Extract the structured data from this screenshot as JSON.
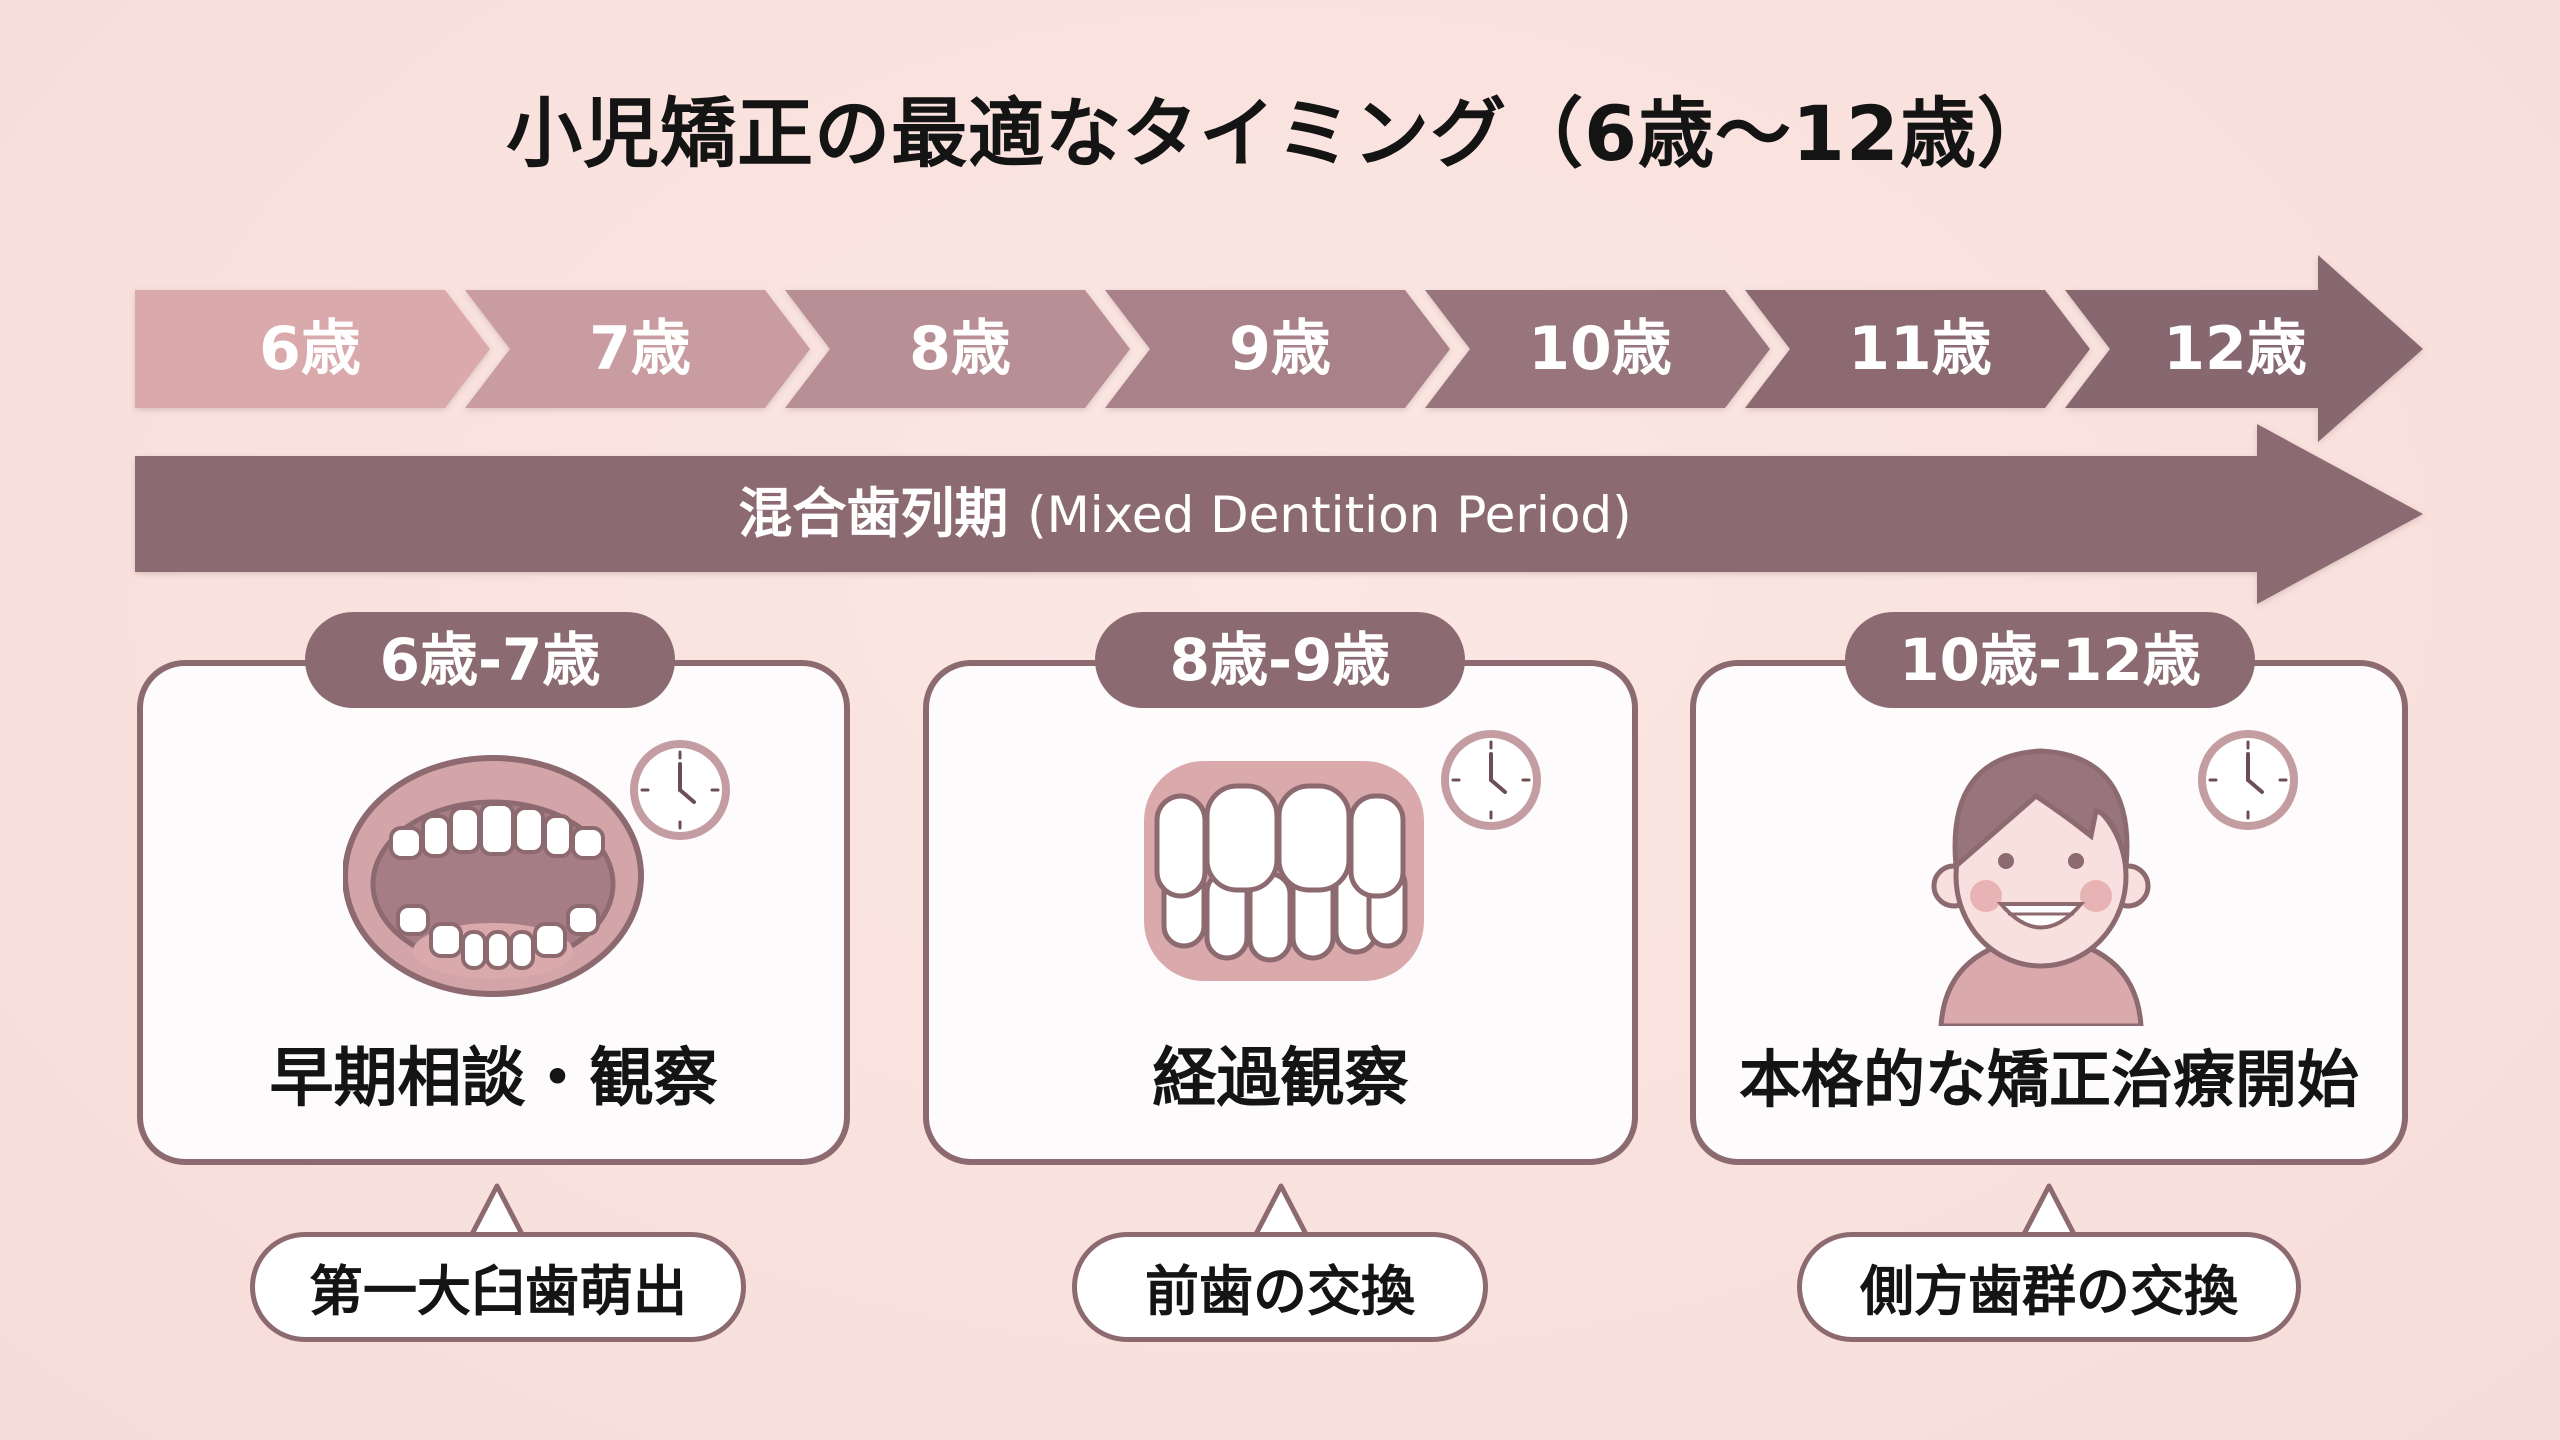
{
  "title": "小児矯正の最適なタイミング（6歳〜12歳）",
  "timeline": {
    "segments": [
      "6歳",
      "7歳",
      "8歳",
      "9歳",
      "10歳",
      "11歳",
      "12歳"
    ],
    "colors": [
      "#d9a9ac",
      "#c89ca0",
      "#b88f94",
      "#a88189",
      "#98757c",
      "#8d6b72",
      "#886870"
    ]
  },
  "period": {
    "label_jp": "混合歯列期",
    "label_en": "(Mixed Dentition Period)",
    "color": "#8b6b71"
  },
  "cards": [
    {
      "badge": "6歳-7歳",
      "title": "早期相談・観察",
      "illustration": "open-mouth-mixed-teeth",
      "note": "第一大臼歯萌出"
    },
    {
      "badge": "8歳-9歳",
      "title": "経過観察",
      "illustration": "front-teeth",
      "note": "前歯の交換"
    },
    {
      "badge": "10歳-12歳",
      "title": "本格的な矯正治療開始",
      "illustration": "child-with-braces",
      "note": "側方歯群の交換"
    }
  ],
  "colors": {
    "background": "#f9e2de",
    "accent": "#8b6b71",
    "card_bg": "#fdfbfb",
    "text": "#141414"
  }
}
